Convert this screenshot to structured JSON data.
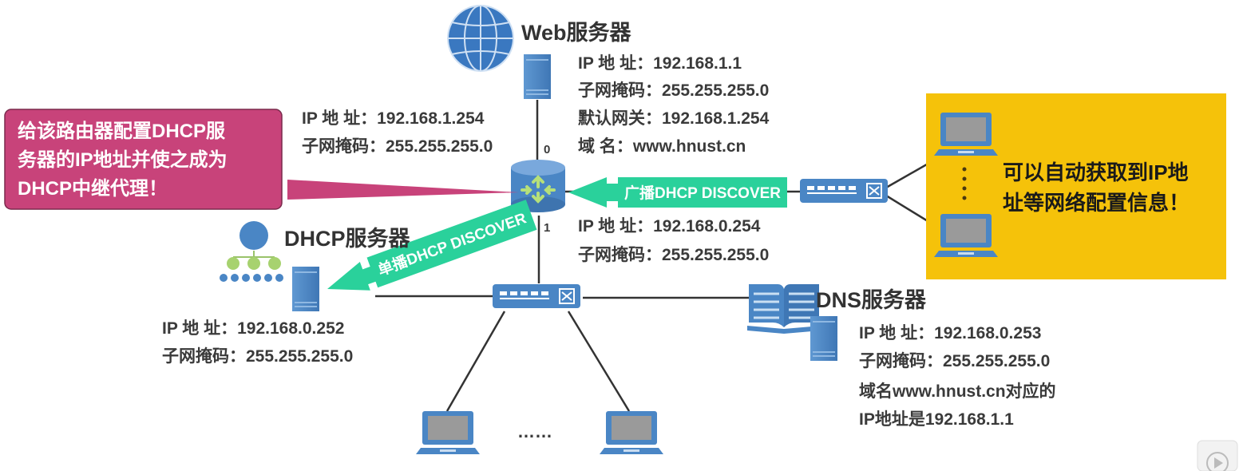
{
  "web_server": {
    "title": "Web服务器",
    "info": [
      "IP 地  址：192.168.1.1",
      "子网掩码：255.255.255.0",
      "默认网关：192.168.1.254",
      "域      名：www.hnust.cn"
    ]
  },
  "router": {
    "port0_label": "0",
    "port1_label": "1",
    "upper_info": [
      "IP 地  址：192.168.1.254",
      "子网掩码：255.255.255.0"
    ],
    "lower_info": [
      "IP 地  址：192.168.0.254",
      "子网掩码：255.255.255.0"
    ]
  },
  "callout": {
    "lines": [
      "给该路由器配置DHCP服",
      "务器的IP地址并使之成为",
      "DHCP中继代理！"
    ],
    "color": "#c8437a"
  },
  "broadcast_arrow": {
    "label": "广播DHCP DISCOVER",
    "color": "#2ad19b"
  },
  "unicast_arrow": {
    "label": "单播DHCP DISCOVER",
    "color": "#2ad19b"
  },
  "dhcp_server": {
    "title": "DHCP服务器",
    "info": [
      "IP 地  址：192.168.0.252",
      "子网掩码：255.255.255.0"
    ]
  },
  "dns_server": {
    "title": "DNS服务器",
    "info": [
      "IP 地  址：192.168.0.253",
      "子网掩码：255.255.255.0",
      "域名www.hnust.cn对应的",
      "IP地址是192.168.1.1"
    ]
  },
  "yellow_box": {
    "lines": [
      "可以自动获取到IP地",
      "址等网络配置信息！"
    ],
    "color": "#f5c20a"
  },
  "bottom": {
    "ellipsis": "……"
  },
  "icons": {
    "globe": "globe-icon",
    "server": "server-icon",
    "router": "router-icon",
    "switch": "switch-icon",
    "laptop": "laptop-icon",
    "org_chart": "org-chart-icon",
    "book": "book-icon",
    "play": "play-icon"
  },
  "colors": {
    "device_blue": "#4a86c5",
    "line": "#333333"
  }
}
